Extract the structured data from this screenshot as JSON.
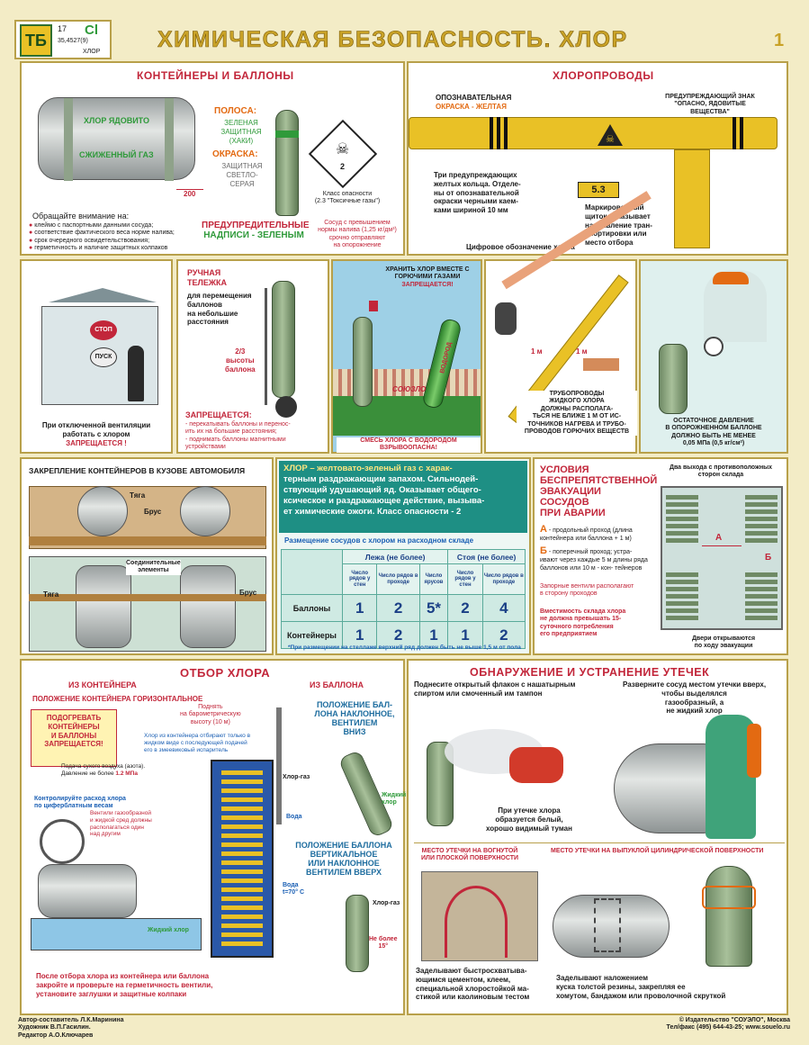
{
  "header": {
    "logo": "ТБ",
    "logo_num": "17",
    "element_symbol": "Cl",
    "element_mass": "35,4527(9)",
    "element_name": "ХЛОР",
    "title": "ХИМИЧЕСКАЯ БЕЗОПАСНОСТЬ. ХЛОР",
    "page_number": "1"
  },
  "containers": {
    "title": "КОНТЕЙНЕРЫ И БАЛЛОНЫ",
    "drum_text1": "ХЛОР ЯДОВИТО",
    "drum_text2": "СЖИЖЕННЫЙ ГАЗ",
    "dimension": "200",
    "stripe_label": "ПОЛОСА:",
    "stripe_values": [
      "ЗЕЛЕНАЯ",
      "ЗАЩИТНАЯ",
      "(ХАКИ)"
    ],
    "paint_label": "ОКРАСКА:",
    "paint_values": [
      "ЗАЩИТНАЯ",
      "СВЕТЛО-СЕРАЯ"
    ],
    "hazard_number": "2",
    "hazard_class": [
      "Класс опасности",
      "(2.3 \"Токсичные газы\")"
    ],
    "attention_title": "Обращайте внимание на:",
    "attention_items": [
      "клеймо с паспортными данными сосуда;",
      "соответствие фактического веса норме налива;",
      "срок очередного освидетельствования;",
      "герметичность и наличие защитных колпаков"
    ],
    "warning_label": [
      "ПРЕДУПРЕДИТЕЛЬНЫЕ",
      "НАДПИСИ - ЗЕЛЕНЫМ"
    ],
    "overfill_note": [
      "Сосуд с превышением",
      "нормы налива (1,25 кг/дм³)",
      "срочно отправляют",
      "на опорожнение"
    ]
  },
  "pipelines": {
    "title": "ХЛОРОПРОВОДЫ",
    "color_label": [
      "ОПОЗНАВАТЕЛЬНАЯ",
      "ОКРАСКА - ЖЕЛТАЯ"
    ],
    "sign_label": [
      "ПРЕДУПРЕЖДАЮЩИЙ ЗНАК",
      "\"ОПАСНО, ЯДОВИТЫЕ",
      "ВЕЩЕСТВА\""
    ],
    "rings_note": [
      "Три предупреждающих",
      "желтых кольца. Отделе-",
      "ны от опознавательной",
      "окраски черными каем-",
      "ками шириной 10 мм"
    ],
    "plate_number": "5.3",
    "plate_note": [
      "Маркировочный",
      "щиток - указывает",
      "направление тран-",
      "спортировки или",
      "место отбора"
    ],
    "digit_note": "Цифровое обозначение хлора"
  },
  "ventilation": {
    "caption": [
      "При отключенной вентиляции",
      "работать с хлором",
      "ЗАПРЕЩАЕТСЯ !"
    ],
    "button_stop": "СТОП",
    "button_start": "ПУСК"
  },
  "cart": {
    "title": [
      "РУЧНАЯ",
      "ТЕЛЕЖКА"
    ],
    "purpose": [
      "для перемещения",
      "баллонов",
      "на небольшие",
      "расстояния"
    ],
    "height": [
      "2/3",
      "высоты",
      "баллона"
    ],
    "forbidden_title": "ЗАПРЕЩАЕТСЯ:",
    "forbidden_items": [
      "- перекатывать баллоны и перенос-",
      "ить их на большие расстояния;",
      "- поднимать баллоны магнитными",
      "устройствами"
    ]
  },
  "storage_together": {
    "header": [
      "ХРАНИТЬ ХЛОР ВМЕСТЕ С",
      "ГОРЮЧИМИ ГАЗАМИ",
      "ЗАПРЕЩАЕТСЯ!"
    ],
    "player_label": "ВОДОРОД",
    "banner": "СОЮЗЛО",
    "caption": [
      "СМЕСЬ ХЛОРА С ВОДОРОДОМ",
      "ВЗРЫВООПАСНА!"
    ]
  },
  "pipes_distance": {
    "dist1": "1 м",
    "dist2": "1 м",
    "caption": [
      "ТРУБОПРОВОДЫ",
      "ЖИДКОГО ХЛОРА",
      "ДОЛЖНЫ РАСПОЛАГА-",
      "ТЬСЯ НЕ БЛИЖЕ 1 М ОТ ИС-",
      "ТОЧНИКОВ НАГРЕВА И ТРУБО-",
      "ПРОВОДОВ ГОРЮЧИХ ВЕЩЕСТВ"
    ]
  },
  "pressure": {
    "caption": [
      "ОСТАТОЧНОЕ ДАВЛЕНИЕ",
      "В ОПОРОЖНЕННОМ БАЛЛОНЕ",
      "ДОЛЖНО БЫТЬ НЕ МЕНЕЕ",
      "0,05 МПа (0,5 кг/см²)"
    ]
  },
  "securing": {
    "title": "ЗАКРЕПЛЕНИЕ КОНТЕЙНЕРОВ В КУЗОВЕ АВТОМОБИЛЯ",
    "label_tyaga": "Тяга",
    "label_brus": "Брус",
    "label_joints": [
      "Соединительные",
      "элементы"
    ],
    "label_tyaga2": "Тяга",
    "label_brus2": "Брус"
  },
  "chlorine": {
    "description": [
      "ХЛОР – желтовато-зеленый газ с харак-",
      "терным раздражающим запахом. Сильнодей-",
      "ствующий удушающий яд. Оказывает общего-",
      "ксическое и раздражающее действие, вызыва-",
      "ет химические ожоги. Класс опасности - 2"
    ],
    "table_title": "Размещение сосудов с хлором на расходном складе",
    "group_lying": "Лежа (не более)",
    "group_standing": "Стоя (не более)",
    "subcols": [
      "Число рядов у стен",
      "Число рядов в проходе",
      "Число ярусов",
      "Число рядов у стен",
      "Число рядов в проходе"
    ],
    "rows": [
      {
        "label": "Баллоны",
        "values": [
          "1",
          "2",
          "5*",
          "2",
          "4"
        ]
      },
      {
        "label": "Контейнеры",
        "values": [
          "1",
          "2",
          "1",
          "1",
          "2"
        ]
      }
    ],
    "footnote": "*При размещении на стеллаже верхний ряд должен быть не выше 1,5 м от пола"
  },
  "evacuation": {
    "title": [
      "УСЛОВИЯ",
      "БЕСПРЕПЯТСТВЕННОЙ",
      "ЭВАКУАЦИИ",
      "СОСУДОВ",
      "ПРИ АВАРИИ"
    ],
    "a_text": [
      "А",
      "- продольный проход (длина",
      "контейнера или баллона + 1 м)"
    ],
    "b_text": [
      "Б",
      "- поперечный проход; устра-",
      "ивают через каждые 5 м длины",
      "ряда баллонов или 10 м - кон-",
      "тейнеров"
    ],
    "valves_note": [
      "Запорные вентили располагают",
      "в сторону проходов"
    ],
    "capacity_note": [
      "Вместимость склада хлора",
      "не должна превышать 15-",
      "суточного потребления",
      "его предприятием"
    ],
    "exits_label": [
      "Два выхода с противоположных",
      "сторон склада"
    ],
    "doors_label": [
      "Двери открываются",
      "по ходу эвакуации"
    ],
    "mark_a": "А",
    "mark_b": "Б"
  },
  "sampling": {
    "title": "ОТБОР ХЛОРА",
    "from_container": "ИЗ КОНТЕЙНЕРА",
    "from_cylinder": "ИЗ БАЛЛОНА",
    "position_container": "ПОЛОЖЕНИЕ КОНТЕЙНЕРА ГОРИЗОНТАЛЬНОЕ",
    "heat_forbidden": [
      "ПОДОГРЕВАТЬ",
      "КОНТЕЙНЕРЫ",
      "И БАЛЛОНЫ",
      "ЗАПРЕЩАЕТСЯ!"
    ],
    "raise_note": [
      "Поднять",
      "на барометрическую",
      "высоту (10 м)"
    ],
    "liquid_note": [
      "Хлор из контейнера отбирают только в",
      "жидком виде с последующей подачей",
      "его в змеевиковый испаритель"
    ],
    "dry_air": [
      "Подача сухого воздуха (азота).",
      "Давление не более"
    ],
    "dry_air_value": "1.2 МПа",
    "weigh_note": [
      "Контролируйте расход хлора",
      "по циферблатным весам"
    ],
    "valves_note": [
      "Вентили газообразной",
      "и жидкой сред должны",
      "располагаться один",
      "над другим"
    ],
    "gas_label": "Хлор-газ",
    "water_label": "Вода",
    "water_temp": [
      "Вода",
      "t=70° С"
    ],
    "liquid_label": "Жидкий хлор",
    "liquid_label2": [
      "Жидкий",
      "хлор"
    ],
    "cyl_inclined": [
      "ПОЛОЖЕНИЕ БАЛ-",
      "ЛОНА НАКЛОННОЕ,",
      "ВЕНТИЛЕМ",
      "ВНИЗ"
    ],
    "cyl_vertical": [
      "ПОЛОЖЕНИЕ БАЛЛОНА",
      "ВЕРТИКАЛЬНОЕ",
      "ИЛИ НАКЛОННОЕ",
      "ВЕНТИЛЕМ ВВЕРХ"
    ],
    "gas_label2": "Хлор-газ",
    "angle": [
      "Не более",
      "15°"
    ],
    "after_note": [
      "После отбора хлора из контейнера или баллона",
      "закройте и проверьте на герметичность вентили,",
      "установите заглушки и защитные колпаки"
    ]
  },
  "leaks": {
    "title": "ОБНАРУЖЕНИЕ И УСТРАНЕНИЕ УТЕЧЕК",
    "step1": [
      "Поднесите открытый флакон с нашатырным",
      "спиртом или смоченный им тампон"
    ],
    "step2": [
      "Разверните сосуд местом утечки вверх,",
      "чтобы выделялся",
      "газообразный, а",
      "не жидкий хлор"
    ],
    "fog_note": [
      "При утечке хлора",
      "образуется белый,",
      "хорошо видимый туман"
    ],
    "flat_title": [
      "МЕСТО УТЕЧКИ НА ВОГНУТОЙ",
      "ИЛИ ПЛОСКОЙ ПОВЕРХНОСТИ"
    ],
    "cyl_title": "МЕСТО УТЕЧКИ НА ВЫПУКЛОЙ ЦИЛИНДРИЧЕСКОЙ ПОВЕРХНОСТИ",
    "flat_fix": [
      "Заделывают быстросхватыва-",
      "ющимся цементом, клеем,",
      "специальной хлоростойкой ма-",
      "стикой или каолиновым тестом"
    ],
    "cyl_fix": [
      "Заделывают наложением",
      "куска толстой резины, закрепляя ее",
      "хомутом, бандажом или проволочной скруткой"
    ]
  },
  "footer": {
    "left": [
      "Автор-составитель Л.К.Маринина",
      "Художник В.П.Гасилин.",
      "Редактор А.О.Ключарев"
    ],
    "right": [
      "© Издательство \"СОУЭЛО\", Москва",
      "Тел/факс (495) 644-43-25; www.souelo.ru"
    ]
  },
  "colors": {
    "frame": "#b8a04a",
    "accent_red": "#c2263a",
    "chlorine_green": "#2f9a3a",
    "pipe_yellow": "#e9c126",
    "teal": "#1e8f84"
  }
}
